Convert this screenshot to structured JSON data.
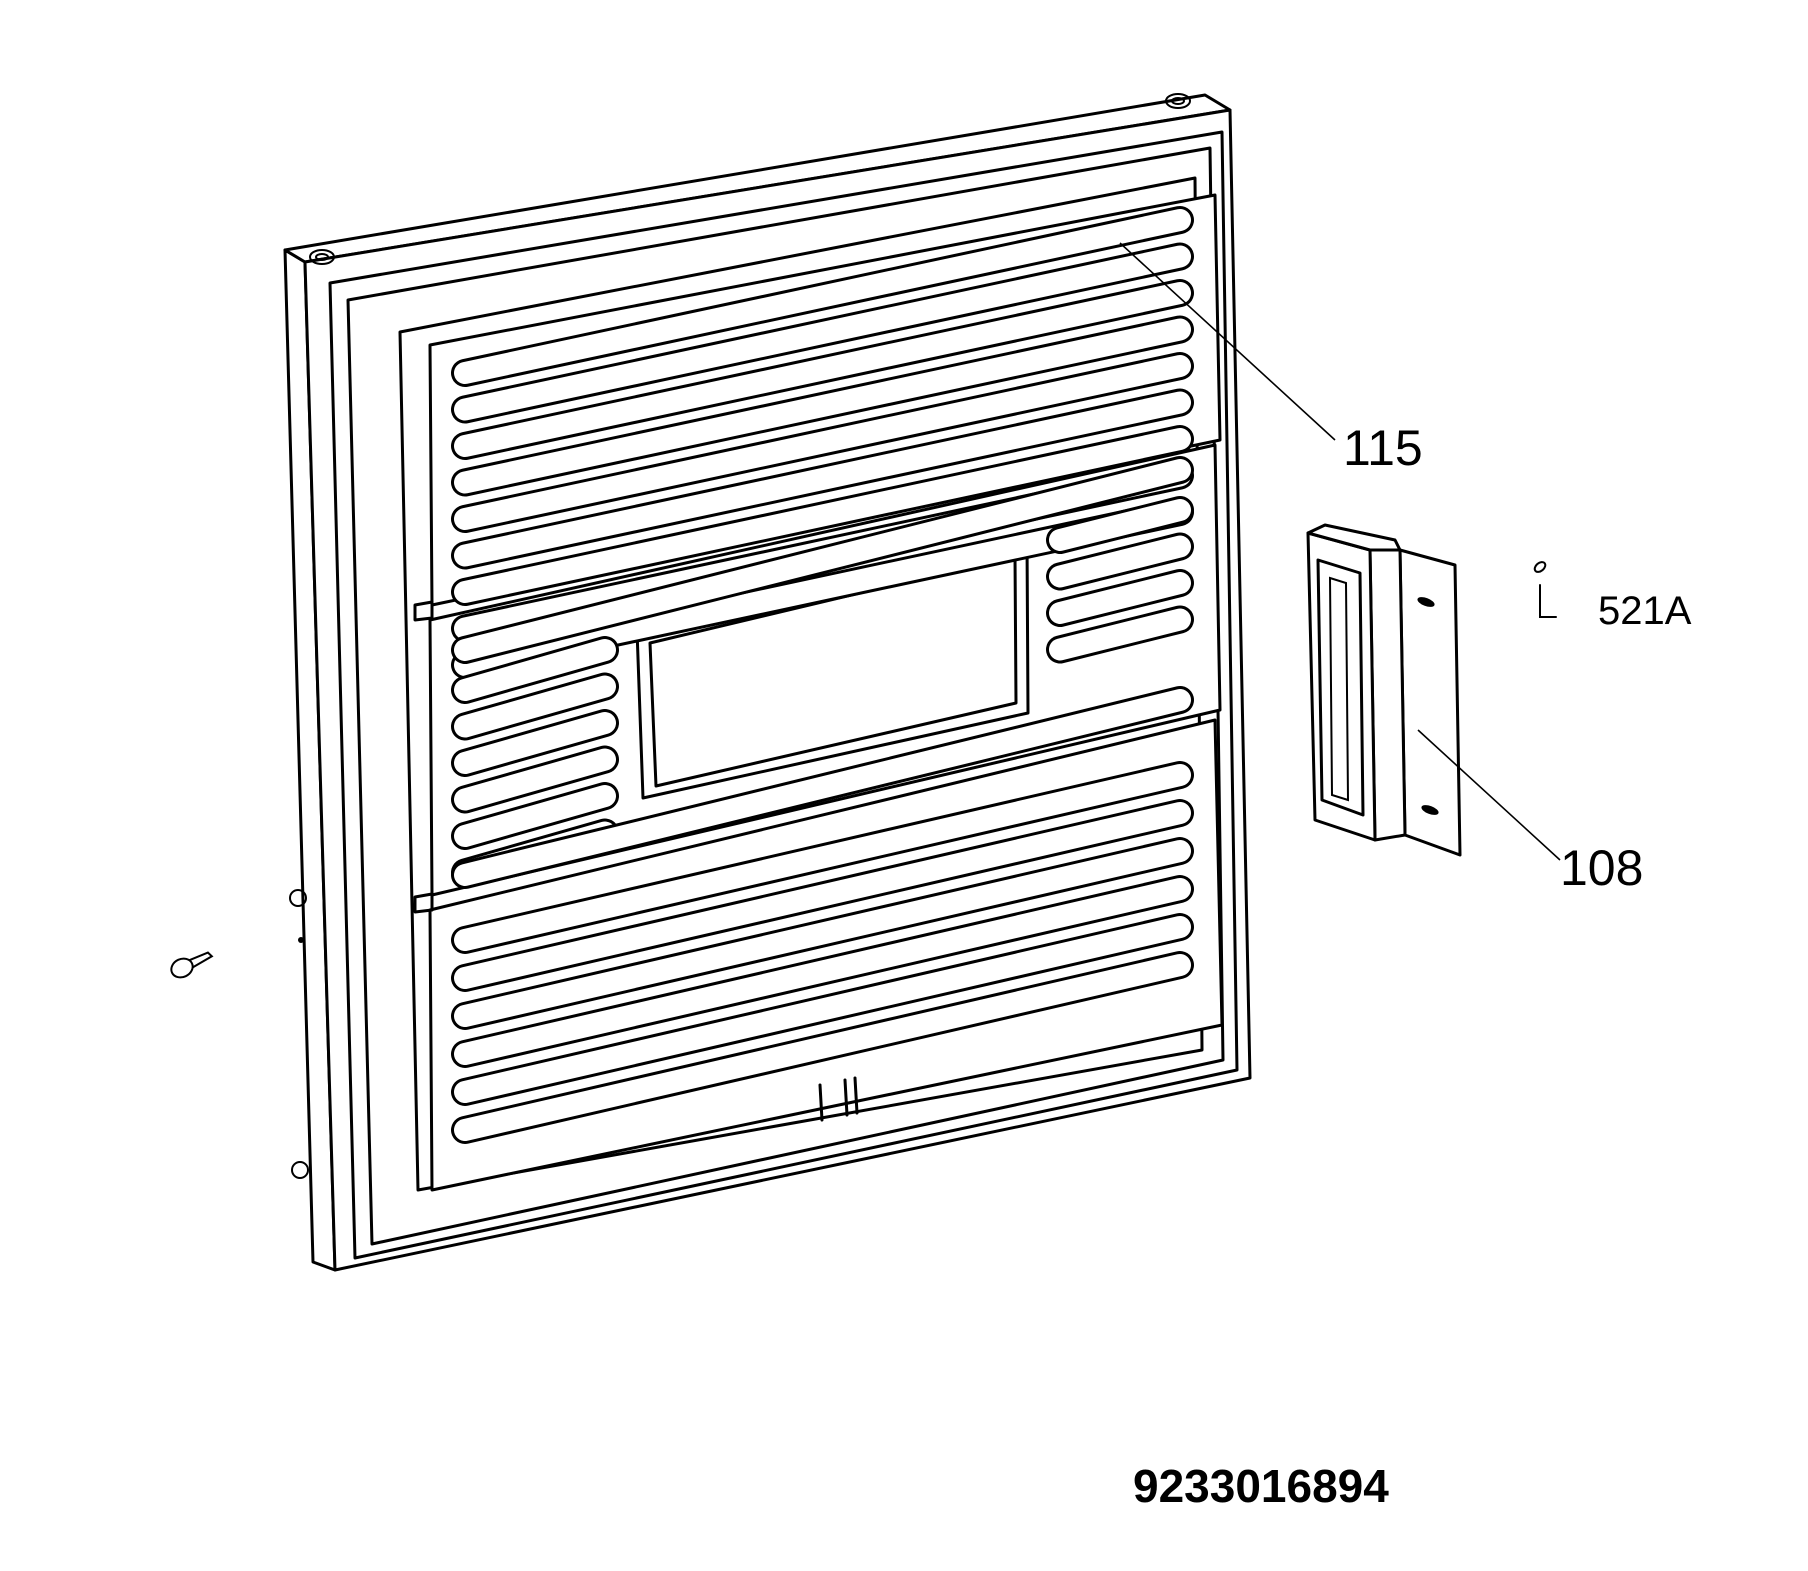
{
  "callouts": {
    "part_115": "115",
    "part_108": "108",
    "part_521a": "521A"
  },
  "document_number": "9233016894",
  "colors": {
    "line": "#000000",
    "background": "#ffffff"
  }
}
